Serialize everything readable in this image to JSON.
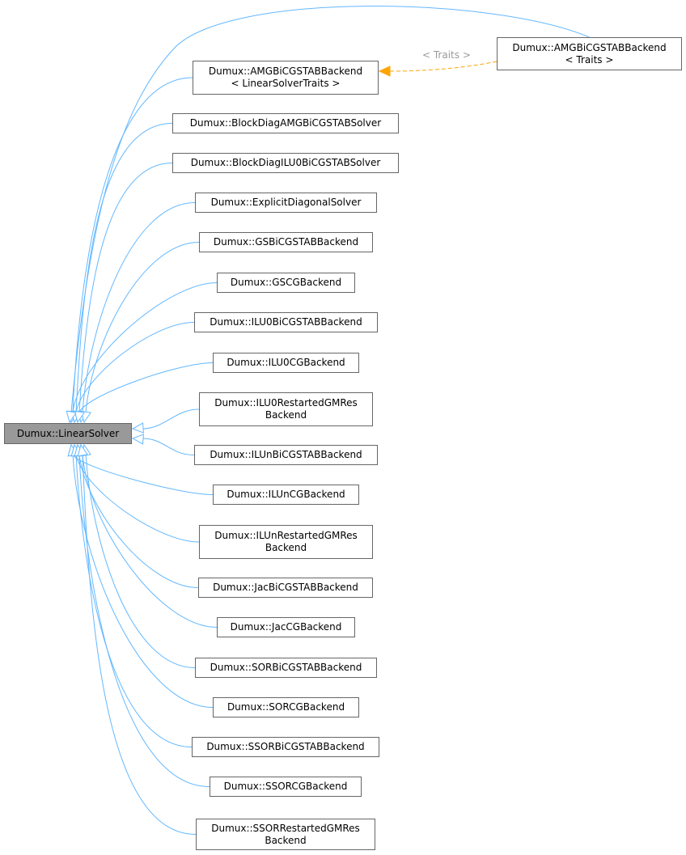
{
  "root": {
    "lines": [
      "Dumux::LinearSolver"
    ]
  },
  "template_node": {
    "lines": [
      "Dumux::AMGBiCGSTABBackend",
      "< Traits >"
    ]
  },
  "template_edge_label": "< Traits >",
  "children": [
    {
      "id": "amg",
      "lines": [
        "Dumux::AMGBiCGSTABBackend",
        "< LinearSolverTraits >"
      ]
    },
    {
      "id": "blockdiag-amg",
      "lines": [
        "Dumux::BlockDiagAMGBiCGSTABSolver"
      ]
    },
    {
      "id": "blockdiag-ilu0",
      "lines": [
        "Dumux::BlockDiagILU0BiCGSTABSolver"
      ]
    },
    {
      "id": "explicit-diagonal",
      "lines": [
        "Dumux::ExplicitDiagonalSolver"
      ]
    },
    {
      "id": "gsbicgstab",
      "lines": [
        "Dumux::GSBiCGSTABBackend"
      ]
    },
    {
      "id": "gscg",
      "lines": [
        "Dumux::GSCGBackend"
      ]
    },
    {
      "id": "ilu0bicgstab",
      "lines": [
        "Dumux::ILU0BiCGSTABBackend"
      ]
    },
    {
      "id": "ilu0cg",
      "lines": [
        "Dumux::ILU0CGBackend"
      ]
    },
    {
      "id": "ilu0restartedgmres",
      "lines": [
        "Dumux::ILU0RestartedGMRes",
        "Backend"
      ]
    },
    {
      "id": "ilunbicgstab",
      "lines": [
        "Dumux::ILUnBiCGSTABBackend"
      ]
    },
    {
      "id": "iluncg",
      "lines": [
        "Dumux::ILUnCGBackend"
      ]
    },
    {
      "id": "ilunrestartedgmres",
      "lines": [
        "Dumux::ILUnRestartedGMRes",
        "Backend"
      ]
    },
    {
      "id": "jacbicgstab",
      "lines": [
        "Dumux::JacBiCGSTABBackend"
      ]
    },
    {
      "id": "jaccg",
      "lines": [
        "Dumux::JacCGBackend"
      ]
    },
    {
      "id": "sorbicgstab",
      "lines": [
        "Dumux::SORBiCGSTABBackend"
      ]
    },
    {
      "id": "sorcg",
      "lines": [
        "Dumux::SORCGBackend"
      ]
    },
    {
      "id": "ssorbicgstab",
      "lines": [
        "Dumux::SSORBiCGSTABBackend"
      ]
    },
    {
      "id": "ssorcg",
      "lines": [
        "Dumux::SSORCGBackend"
      ]
    },
    {
      "id": "ssorrestartedgmres",
      "lines": [
        "Dumux::SSORRestartedGMRes",
        "Backend"
      ]
    }
  ],
  "colors": {
    "inheritance_edge": "#63b8ff",
    "template_edge": "#ffa500",
    "root_fill": "#999999",
    "node_border": "#666666"
  }
}
